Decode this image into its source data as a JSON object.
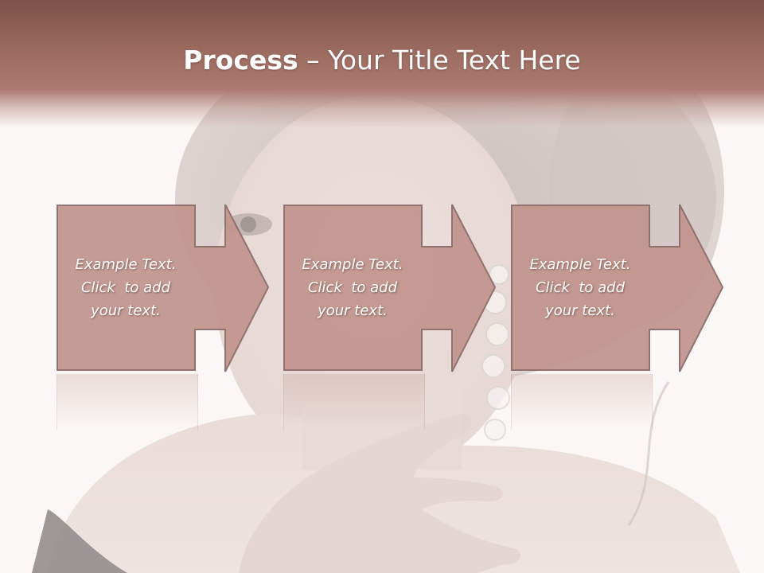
{
  "slide": {
    "title_strong": "Process",
    "title_rest": " – Your Title Text Here"
  },
  "steps": [
    {
      "line1": "Example Text.",
      "line2": "Click  to add",
      "line3": "your text."
    },
    {
      "line1": "Example Text.",
      "line2": "Click  to add",
      "line3": "your text."
    },
    {
      "line1": "Example Text.",
      "line2": "Click  to add",
      "line3": "your text."
    }
  ],
  "colors": {
    "header": "#9b6b60",
    "box_fill": "#c2958e",
    "box_stroke": "#8a6b67",
    "background": "#f6f2f1"
  }
}
